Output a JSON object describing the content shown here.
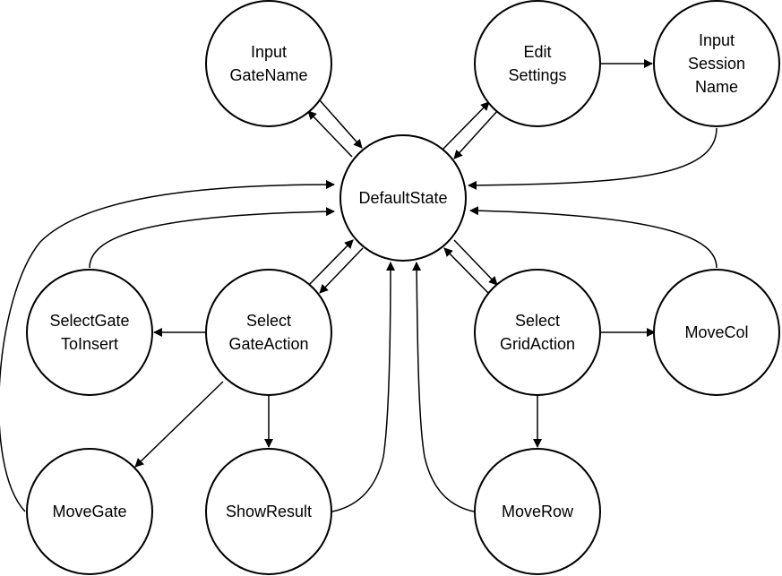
{
  "diagram": {
    "nodes": {
      "default_state": [
        "DefaultState"
      ],
      "input_gate_name": [
        "Input",
        "GateName"
      ],
      "edit_settings": [
        "Edit",
        "Settings"
      ],
      "input_session_name": [
        "Input",
        "Session",
        "Name"
      ],
      "select_gate_to_insert": [
        "SelectGate",
        "ToInsert"
      ],
      "select_gate_action": [
        "Select",
        "GateAction"
      ],
      "select_grid_action": [
        "Select",
        "GridAction"
      ],
      "move_col": [
        "MoveCol"
      ],
      "move_gate": [
        "MoveGate"
      ],
      "show_result": [
        "ShowResult"
      ],
      "move_row": [
        "MoveRow"
      ]
    },
    "edges": [
      {
        "from": "input_gate_name",
        "to": "default_state"
      },
      {
        "from": "default_state",
        "to": "input_gate_name"
      },
      {
        "from": "edit_settings",
        "to": "default_state"
      },
      {
        "from": "default_state",
        "to": "edit_settings"
      },
      {
        "from": "edit_settings",
        "to": "input_session_name"
      },
      {
        "from": "input_session_name",
        "to": "default_state"
      },
      {
        "from": "move_gate",
        "to": "default_state"
      },
      {
        "from": "select_gate_to_insert",
        "to": "default_state"
      },
      {
        "from": "select_gate_action",
        "to": "default_state"
      },
      {
        "from": "default_state",
        "to": "select_gate_action"
      },
      {
        "from": "show_result",
        "to": "default_state"
      },
      {
        "from": "move_row",
        "to": "default_state"
      },
      {
        "from": "default_state",
        "to": "select_grid_action"
      },
      {
        "from": "select_grid_action",
        "to": "default_state"
      },
      {
        "from": "move_col",
        "to": "default_state"
      },
      {
        "from": "select_gate_action",
        "to": "select_gate_to_insert"
      },
      {
        "from": "select_gate_action",
        "to": "move_gate"
      },
      {
        "from": "select_gate_action",
        "to": "show_result"
      },
      {
        "from": "select_grid_action",
        "to": "move_col"
      },
      {
        "from": "select_grid_action",
        "to": "move_row"
      }
    ]
  }
}
